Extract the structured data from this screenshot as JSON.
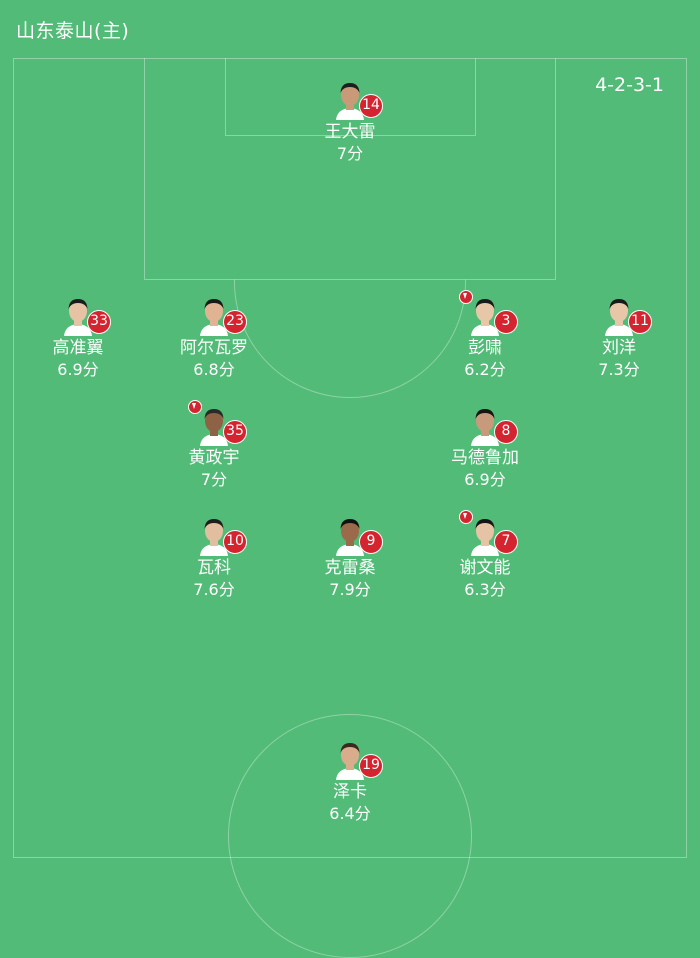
{
  "team": {
    "name": "山东泰山(主)"
  },
  "formation": "4-2-3-1",
  "colors": {
    "pitch": "#52bb77",
    "badge": "#d4242f",
    "text": "#ffffff"
  },
  "players": [
    {
      "name": "王大雷",
      "number": "14",
      "rating": "7分",
      "subbed_off": false
    },
    {
      "name": "高准翼",
      "number": "33",
      "rating": "6.9分",
      "subbed_off": false
    },
    {
      "name": "阿尔瓦罗",
      "number": "23",
      "rating": "6.8分",
      "subbed_off": false
    },
    {
      "name": "彭啸",
      "number": "3",
      "rating": "6.2分",
      "subbed_off": true
    },
    {
      "name": "刘洋",
      "number": "11",
      "rating": "7.3分",
      "subbed_off": false
    },
    {
      "name": "黄政宇",
      "number": "35",
      "rating": "7分",
      "subbed_off": true
    },
    {
      "name": "马德鲁加",
      "number": "8",
      "rating": "6.9分",
      "subbed_off": false
    },
    {
      "name": "瓦科",
      "number": "10",
      "rating": "7.6分",
      "subbed_off": false
    },
    {
      "name": "克雷桑",
      "number": "9",
      "rating": "7.9分",
      "subbed_off": false
    },
    {
      "name": "谢文能",
      "number": "7",
      "rating": "6.3分",
      "subbed_off": true
    },
    {
      "name": "泽卡",
      "number": "19",
      "rating": "6.4分",
      "subbed_off": false
    }
  ]
}
